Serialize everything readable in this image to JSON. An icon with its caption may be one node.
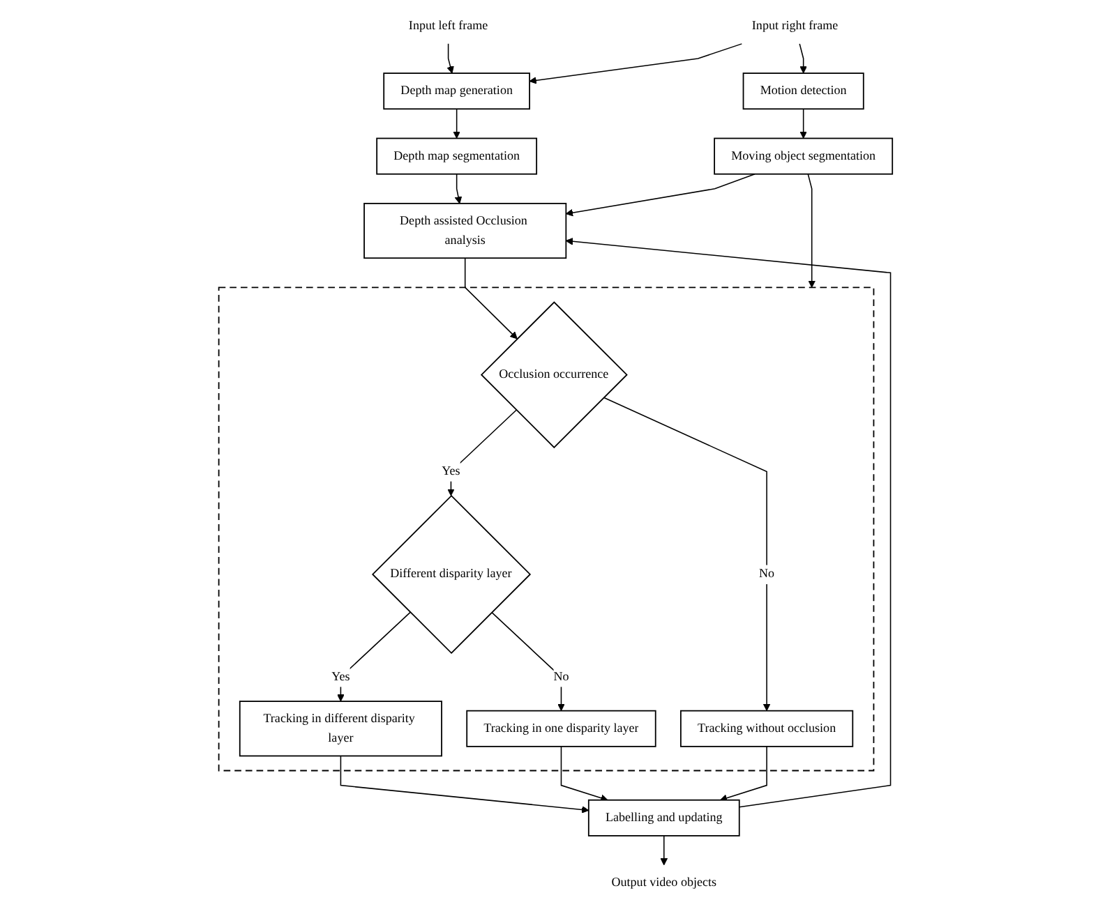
{
  "diagram": {
    "nodes": [
      {
        "text": [
          "Input left frame"
        ]
      },
      {
        "text": [
          "Input right frame"
        ]
      },
      {
        "text": [
          "Depth map generation"
        ]
      },
      {
        "text": [
          "Motion detection"
        ]
      },
      {
        "text": [
          "Depth map segmentation"
        ]
      },
      {
        "text": [
          "Moving object segmentation"
        ]
      },
      {
        "text": [
          "Depth assisted Occlusion analysis"
        ]
      },
      {
        "text": [],
        "shape": "box"
      },
      {
        "text": [
          "Occlusion occurrence"
        ],
        "in": 7
      },
      {
        "text": [
          "Tracking without occlusion"
        ],
        "in": 7
      },
      {
        "text": [
          "Different disparity layer"
        ],
        "in": 7
      },
      {
        "text": [
          "Tracking in one disparity layer"
        ],
        "in": 7
      },
      {
        "text": [
          "Tracking in different disparity layer"
        ],
        "in": 7
      },
      {
        "text": [
          "Labelling and updating"
        ]
      },
      {
        "text": [
          "Output video objects"
        ]
      }
    ],
    "edges": [
      {
        "from": 0,
        "to": 2,
        "arrow": "to"
      },
      {
        "from": 1,
        "to": 2,
        "arrow": "to"
      },
      {
        "from": 1,
        "to": 3,
        "arrow": "to"
      },
      {
        "from": 2,
        "to": 4,
        "arrow": "to"
      },
      {
        "from": 3,
        "to": 5,
        "arrow": "to"
      },
      {
        "from": 4,
        "to": 6,
        "arrow": "to"
      },
      {
        "from": 5,
        "to": 6,
        "arrow": "to"
      },
      {
        "from": 5,
        "to": 7,
        "arrow": "to"
      },
      {
        "from": 6,
        "to": 8,
        "arrow": "to"
      },
      {
        "from": 8,
        "to": 9,
        "arrow": "to",
        "label": "No"
      },
      {
        "from": 8,
        "to": 10,
        "arrow": "to",
        "label": "Yes"
      },
      {
        "from": 10,
        "to": 11,
        "arrow": "to",
        "label": "No"
      },
      {
        "from": 10,
        "to": 12,
        "arrow": "to",
        "label": "Yes"
      },
      {
        "from": 12,
        "to": 13,
        "arrow": "to"
      },
      {
        "from": 11,
        "to": 13,
        "arrow": "to"
      },
      {
        "from": 9,
        "to": 13,
        "arrow": "to"
      },
      {
        "from": 13,
        "to": 6,
        "arrow": "to"
      },
      {
        "from": 13,
        "to": 14,
        "arrow": "to"
      }
    ]
  }
}
